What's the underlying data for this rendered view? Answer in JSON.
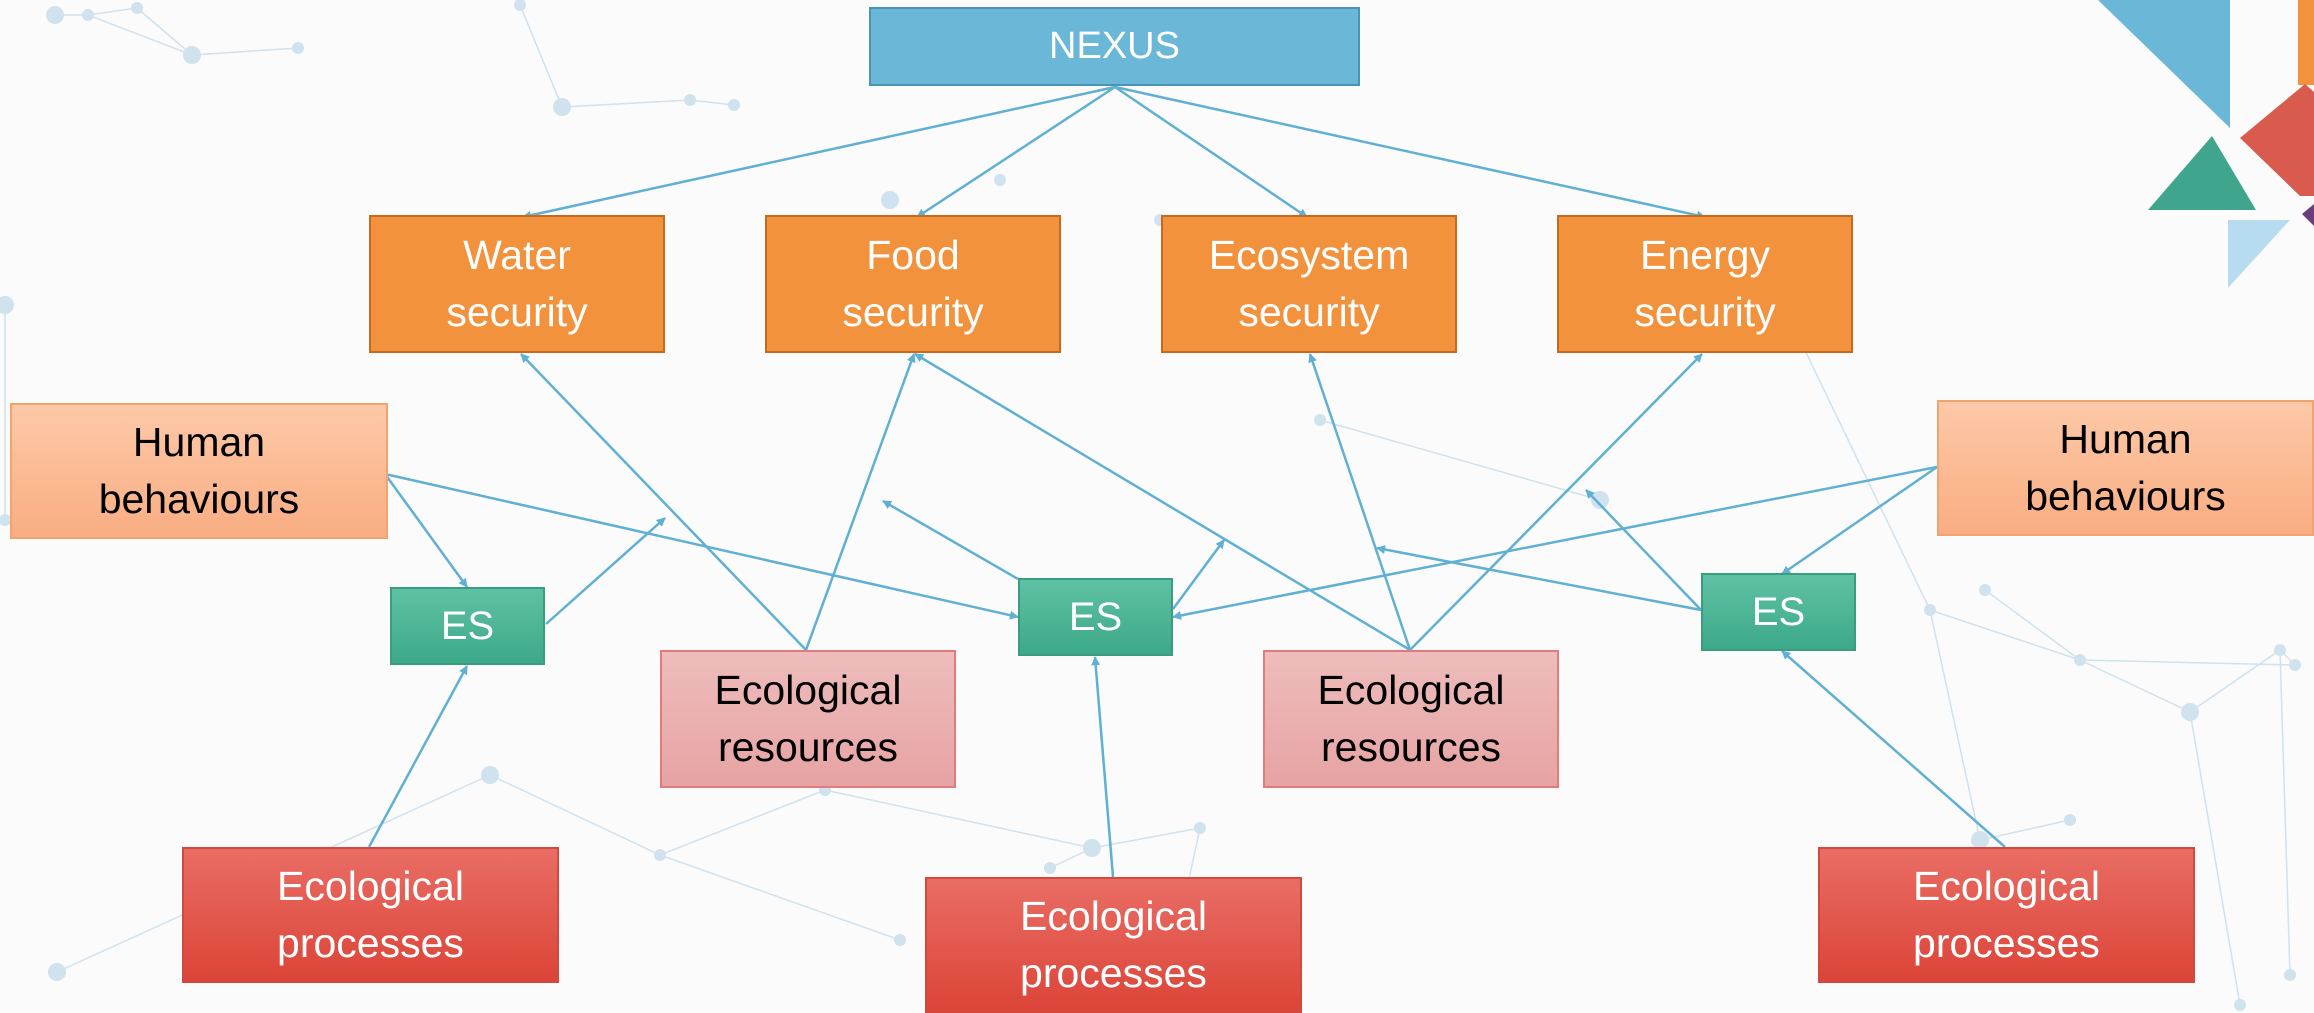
{
  "colors": {
    "nexus": "#6bb7d8",
    "security": "#f2923c",
    "human": "#fbbc93",
    "es": "#4db597",
    "resource": "#eab0b0",
    "process": "#e15a4f",
    "arrow": "#5fb0d2",
    "network": "#cfe2ee"
  },
  "nodes": {
    "nexus": "NEXUS",
    "water": [
      "Water",
      "security"
    ],
    "food": [
      "Food",
      "security"
    ],
    "ecosystem": [
      "Ecosystem",
      "security"
    ],
    "energy": [
      "Energy",
      "security"
    ],
    "human_left": [
      "Human",
      "behaviours"
    ],
    "human_right": [
      "Human",
      "behaviours"
    ],
    "es_left": "ES",
    "es_center": "ES",
    "es_right": "ES",
    "resources_left": [
      "Ecological",
      "resources"
    ],
    "resources_right": [
      "Ecological",
      "resources"
    ],
    "processes_left": [
      "Ecological",
      "processes"
    ],
    "processes_center": [
      "Ecological",
      "processes"
    ],
    "processes_right": [
      "Ecological",
      "processes"
    ]
  },
  "decoration": {
    "logo": "tangram-logo"
  }
}
